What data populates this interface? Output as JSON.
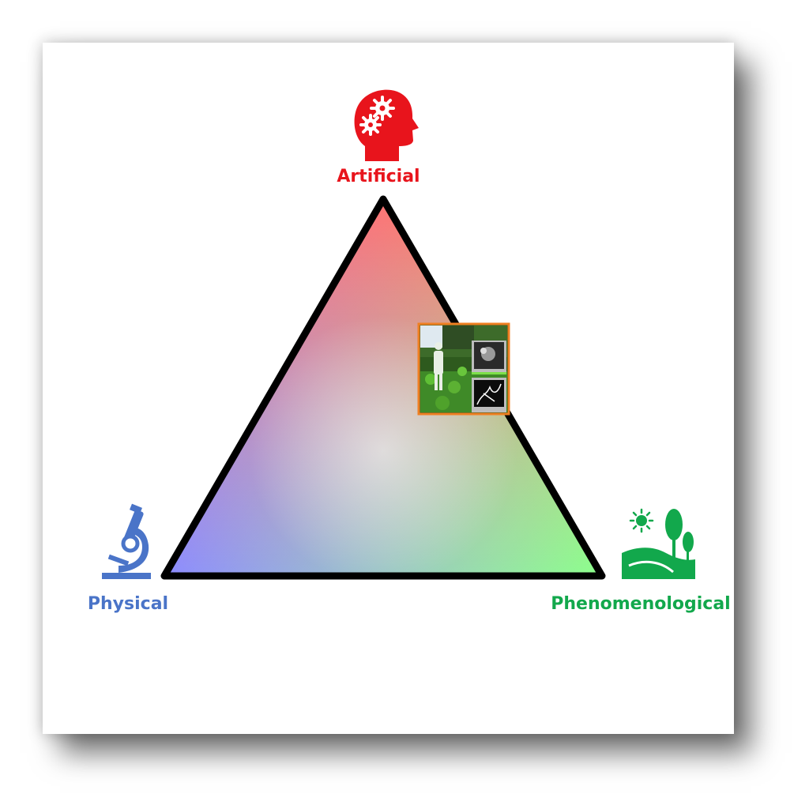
{
  "vertices": {
    "artificial": {
      "label": "Artificial",
      "color": "#e8141c",
      "icon": "head-with-gears-icon"
    },
    "physical": {
      "label": "Physical",
      "color": "#4a74c8",
      "icon": "microscope-icon"
    },
    "phenomenological": {
      "label": "Phenomenological",
      "color": "#12a84c",
      "icon": "landscape-trees-sun-icon"
    }
  },
  "triangle": {
    "outline_color": "#000000",
    "corner_colors": {
      "top": "#ff7373",
      "bottom_left": "#8c8cff",
      "bottom_right": "#8cff8c"
    }
  },
  "inset_image": {
    "icon": "screenshot-thumbnail",
    "border_color": "#ef7f22"
  }
}
